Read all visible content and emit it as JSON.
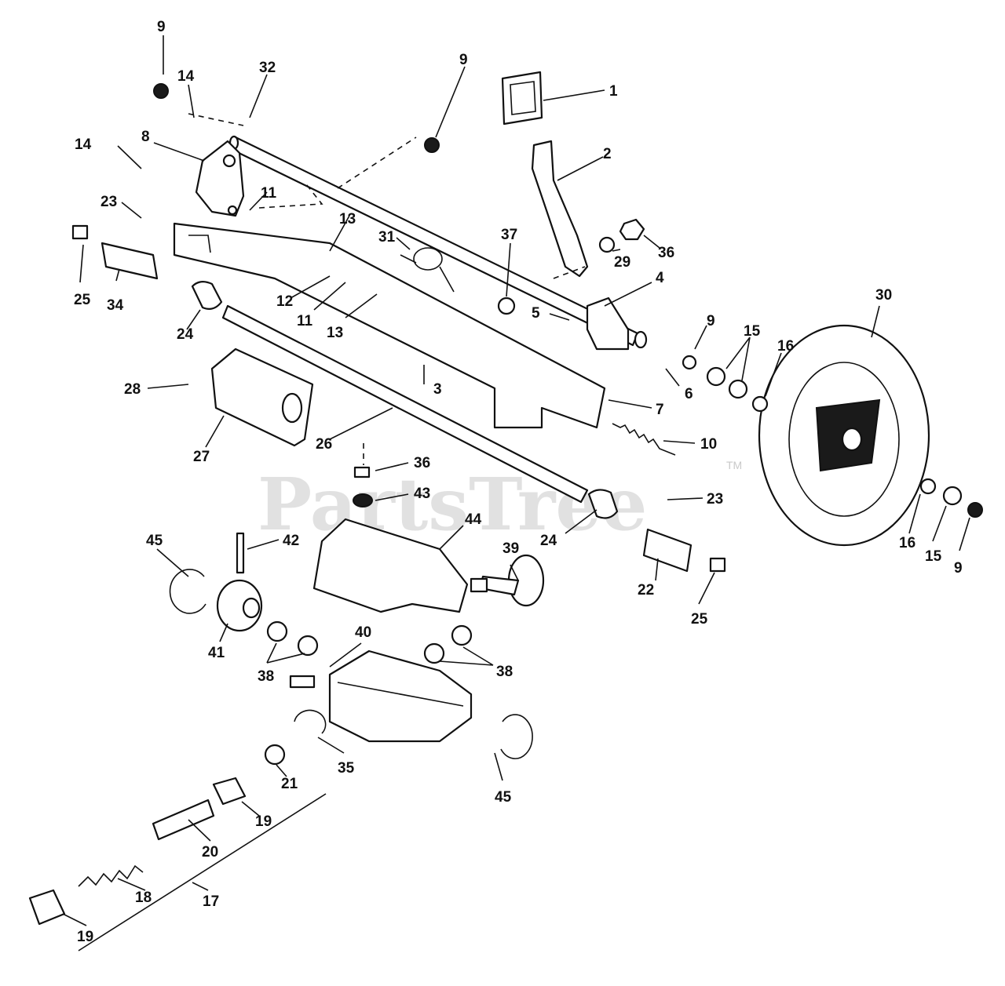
{
  "watermark": {
    "brand": "PartsTree",
    "mark": "TM"
  },
  "callouts": [
    {
      "id": "c9a",
      "label": "9"
    },
    {
      "id": "c14a",
      "label": "14"
    },
    {
      "id": "c32",
      "label": "32"
    },
    {
      "id": "c9b",
      "label": "9"
    },
    {
      "id": "c1",
      "label": "1"
    },
    {
      "id": "c14b",
      "label": "14"
    },
    {
      "id": "c8",
      "label": "8"
    },
    {
      "id": "c2",
      "label": "2"
    },
    {
      "id": "c11a",
      "label": "11"
    },
    {
      "id": "c23a",
      "label": "23"
    },
    {
      "id": "c13a",
      "label": "13"
    },
    {
      "id": "c31",
      "label": "31"
    },
    {
      "id": "c37",
      "label": "37"
    },
    {
      "id": "c36a",
      "label": "36"
    },
    {
      "id": "c29",
      "label": "29"
    },
    {
      "id": "c25a",
      "label": "25"
    },
    {
      "id": "c34",
      "label": "34"
    },
    {
      "id": "c12",
      "label": "12"
    },
    {
      "id": "c11b",
      "label": "11"
    },
    {
      "id": "c4",
      "label": "4"
    },
    {
      "id": "c30",
      "label": "30"
    },
    {
      "id": "c24a",
      "label": "24"
    },
    {
      "id": "c13b",
      "label": "13"
    },
    {
      "id": "c5",
      "label": "5"
    },
    {
      "id": "c9c",
      "label": "9"
    },
    {
      "id": "c15a",
      "label": "15"
    },
    {
      "id": "c16a",
      "label": "16"
    },
    {
      "id": "c28",
      "label": "28"
    },
    {
      "id": "c3",
      "label": "3"
    },
    {
      "id": "c6",
      "label": "6"
    },
    {
      "id": "c7",
      "label": "7"
    },
    {
      "id": "c27",
      "label": "27"
    },
    {
      "id": "c26",
      "label": "26"
    },
    {
      "id": "c10",
      "label": "10"
    },
    {
      "id": "c36b",
      "label": "36"
    },
    {
      "id": "c43",
      "label": "43"
    },
    {
      "id": "c23b",
      "label": "23"
    },
    {
      "id": "c44",
      "label": "44"
    },
    {
      "id": "c45a",
      "label": "45"
    },
    {
      "id": "c42",
      "label": "42"
    },
    {
      "id": "c24b",
      "label": "24"
    },
    {
      "id": "c39",
      "label": "39"
    },
    {
      "id": "c16b",
      "label": "16"
    },
    {
      "id": "c15b",
      "label": "15"
    },
    {
      "id": "c9d",
      "label": "9"
    },
    {
      "id": "c22",
      "label": "22"
    },
    {
      "id": "c41",
      "label": "41"
    },
    {
      "id": "c25b",
      "label": "25"
    },
    {
      "id": "c40",
      "label": "40"
    },
    {
      "id": "c38a",
      "label": "38"
    },
    {
      "id": "c38b",
      "label": "38"
    },
    {
      "id": "c35",
      "label": "35"
    },
    {
      "id": "c45b",
      "label": "45"
    },
    {
      "id": "c21",
      "label": "21"
    },
    {
      "id": "c19a",
      "label": "19"
    },
    {
      "id": "c20",
      "label": "20"
    },
    {
      "id": "c18",
      "label": "18"
    },
    {
      "id": "c17",
      "label": "17"
    },
    {
      "id": "c19b",
      "label": "19"
    }
  ]
}
